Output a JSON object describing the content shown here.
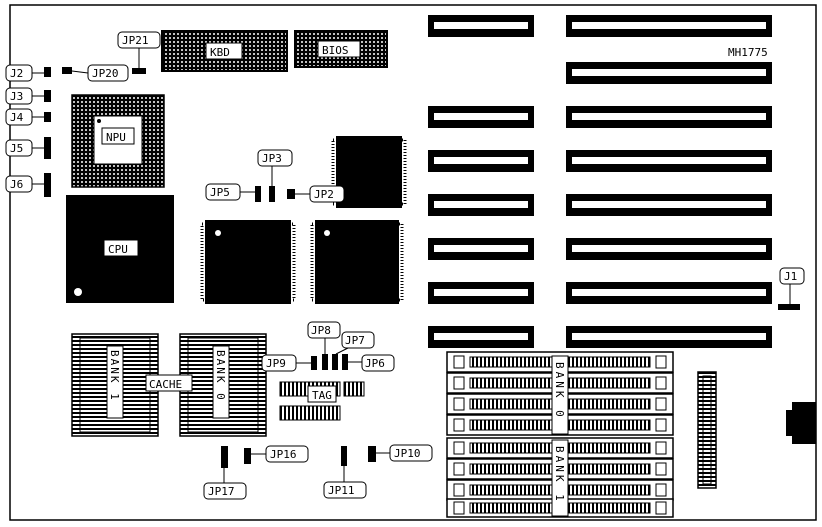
{
  "board": {
    "model": "MH1775",
    "chips": {
      "kbd": "KBD",
      "bios": "BIOS",
      "npu": "NPU",
      "cpu": "CPU",
      "cache": "CACHE",
      "tag": "TAG"
    },
    "banks": {
      "cache_bank1": "BANK 1",
      "cache_bank0": "BANK 0",
      "simm_bank0": "BANK 0",
      "simm_bank1": "BANK 1"
    },
    "jumpers": [
      "J1",
      "J2",
      "J3",
      "J4",
      "J5",
      "J6",
      "JP2",
      "JP3",
      "JP5",
      "JP6",
      "JP7",
      "JP8",
      "JP9",
      "JP10",
      "JP11",
      "JP16",
      "JP17",
      "JP20",
      "JP21"
    ]
  }
}
